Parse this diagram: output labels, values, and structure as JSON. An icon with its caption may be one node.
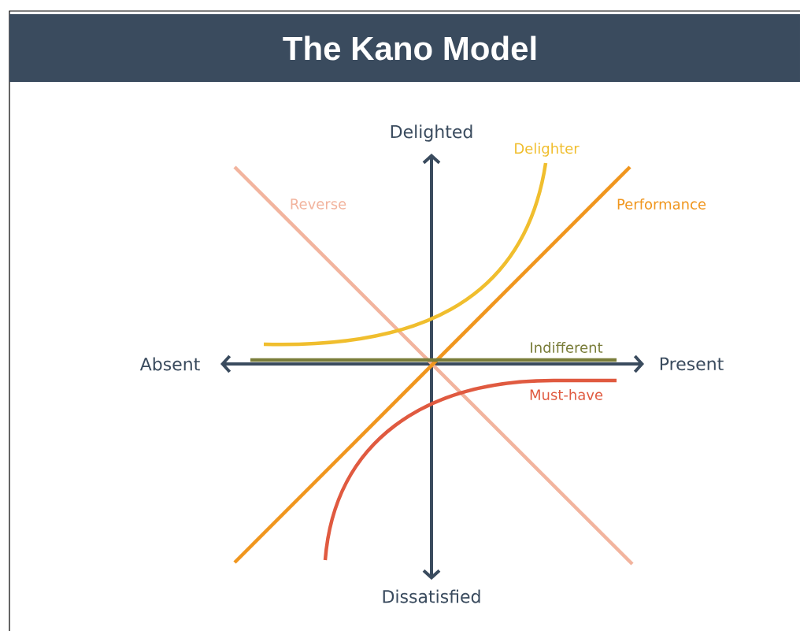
{
  "diagram": {
    "title": "The Kano Model",
    "labels": [
      "Delighted",
      "Delighter",
      "Reverse",
      "Performance",
      "Absent",
      "Indifferent",
      "Present",
      "Must-have",
      "Dissatisfied"
    ]
  }
}
